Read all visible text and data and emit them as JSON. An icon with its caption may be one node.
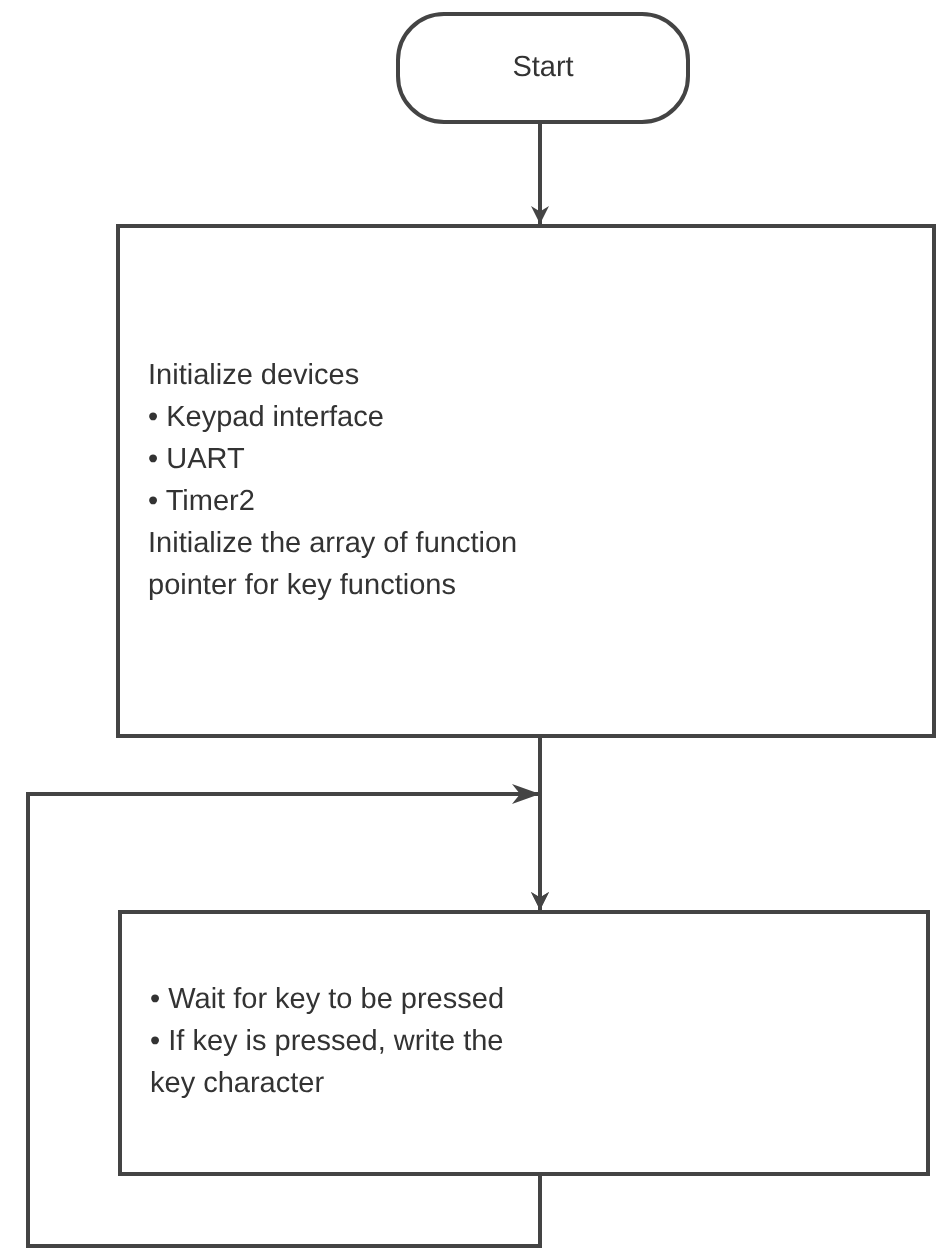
{
  "diagram": {
    "nodes": [
      {
        "text": [
          "Start"
        ]
      },
      {
        "text": [
          "Initialize devices",
          "• Keypad interface",
          "• UART",
          "• Timer2",
          "Initialize the array of function pointer for key functions"
        ]
      },
      {
        "text": [
          "• Wait for key to be pressed",
          "• If key is pressed, write the key character"
        ]
      }
    ],
    "edges": [
      {
        "from": 0,
        "to": 1,
        "arrow": "to"
      },
      {
        "from": 1,
        "to": 2,
        "arrow": "to"
      },
      {
        "from": 2,
        "to": 2,
        "arrow": "to"
      }
    ]
  }
}
